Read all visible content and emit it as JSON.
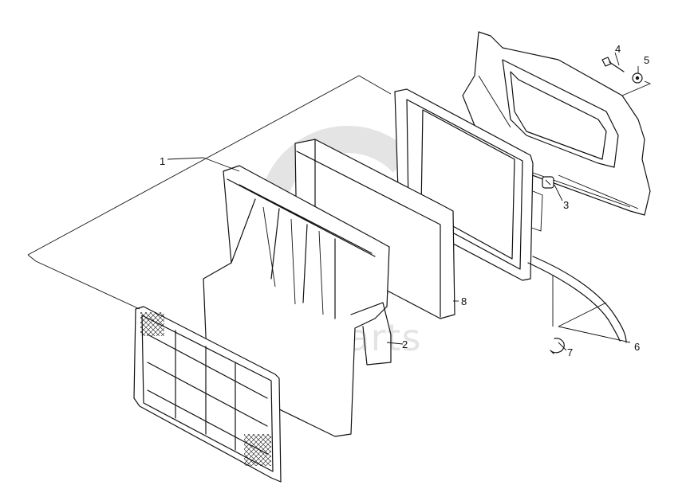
{
  "watermark": {
    "text": "data-parts"
  },
  "callouts": [
    {
      "id": "1",
      "label": "1"
    },
    {
      "id": "2",
      "label": "2"
    },
    {
      "id": "3",
      "label": "3"
    },
    {
      "id": "4",
      "label": "4"
    },
    {
      "id": "5",
      "label": "5"
    },
    {
      "id": "6",
      "label": "6"
    },
    {
      "id": "7",
      "label": "7"
    },
    {
      "id": "8",
      "label": "8"
    }
  ]
}
